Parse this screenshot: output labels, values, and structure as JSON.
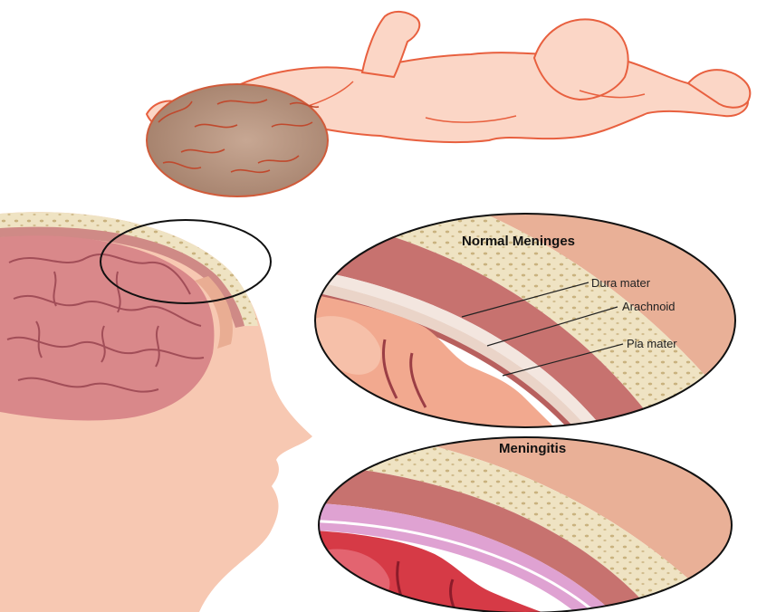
{
  "normal_panel": {
    "title": "Normal Meninges",
    "labels": {
      "dura": "Dura mater",
      "arachnoid": "Arachnoid",
      "pia": "Pia mater"
    }
  },
  "meningitis_panel": {
    "title": "Meningitis"
  },
  "illustration": {
    "infant": "infant-lying-on-back",
    "head": "head-profile-with-brain"
  },
  "colors": {
    "skin": "#f7c8b2",
    "skin_outline": "#e8603f",
    "infant_hair": "#b79580",
    "brain": "#d9888a",
    "bone": "#efe3c3",
    "dura": "#c7726f",
    "inflamed": "#d63a46",
    "inflamed_membrane": "#dfa2d2"
  }
}
